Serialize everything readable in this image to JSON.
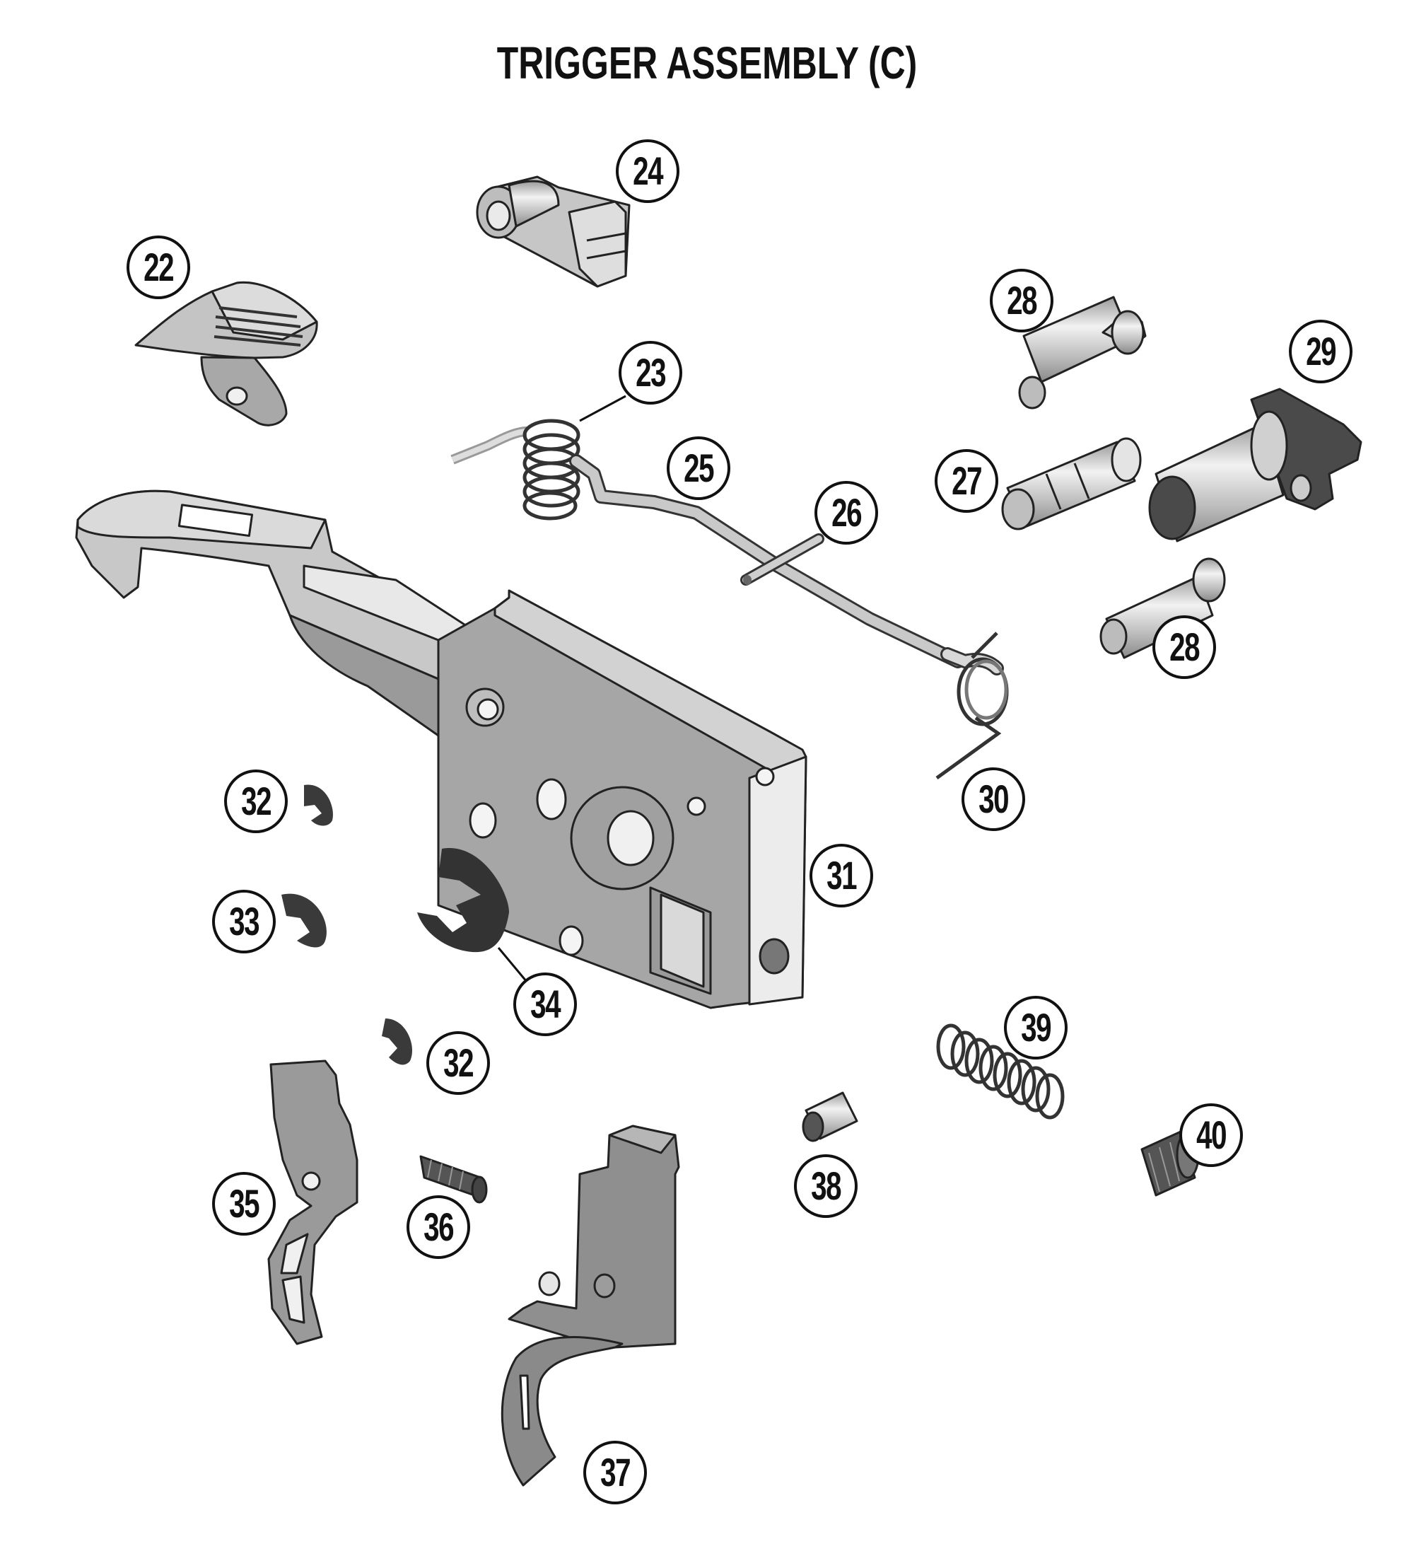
{
  "title": "TRIGGER ASSEMBLY (C)",
  "colors": {
    "background": "#ffffff",
    "ink": "#111111",
    "part_light": "#cfcfcf",
    "part_mid": "#a9a9a9",
    "part_dark": "#4a4a4a",
    "highlight": "#eeeeee"
  },
  "callouts": [
    {
      "id": "22",
      "label": "22",
      "part": "safety-lever"
    },
    {
      "id": "24",
      "label": "24",
      "part": "safety-detent-block"
    },
    {
      "id": "23",
      "label": "23",
      "part": "torsion-spring"
    },
    {
      "id": "25",
      "label": "25",
      "part": "connector-rod"
    },
    {
      "id": "26",
      "label": "26",
      "part": "roll-pin"
    },
    {
      "id": "28a",
      "label": "28",
      "part": "shoulder-pin-upper"
    },
    {
      "id": "29",
      "label": "29",
      "part": "pivot-bushing"
    },
    {
      "id": "27",
      "label": "27",
      "part": "grooved-pin"
    },
    {
      "id": "28b",
      "label": "28",
      "part": "shoulder-pin-lower"
    },
    {
      "id": "30",
      "label": "30",
      "part": "wire-spring"
    },
    {
      "id": "31",
      "label": "31",
      "part": "trigger-housing"
    },
    {
      "id": "32a",
      "label": "32",
      "part": "e-clip-upper"
    },
    {
      "id": "33",
      "label": "33",
      "part": "e-clip-medium"
    },
    {
      "id": "34",
      "label": "34",
      "part": "e-clip-large"
    },
    {
      "id": "32b",
      "label": "32",
      "part": "e-clip-lower"
    },
    {
      "id": "35",
      "label": "35",
      "part": "sear"
    },
    {
      "id": "36",
      "label": "36",
      "part": "small-set-screw"
    },
    {
      "id": "37",
      "label": "37",
      "part": "trigger"
    },
    {
      "id": "38",
      "label": "38",
      "part": "dowel-pin"
    },
    {
      "id": "39",
      "label": "39",
      "part": "compression-spring"
    },
    {
      "id": "40",
      "label": "40",
      "part": "adjustment-set-screw"
    }
  ]
}
